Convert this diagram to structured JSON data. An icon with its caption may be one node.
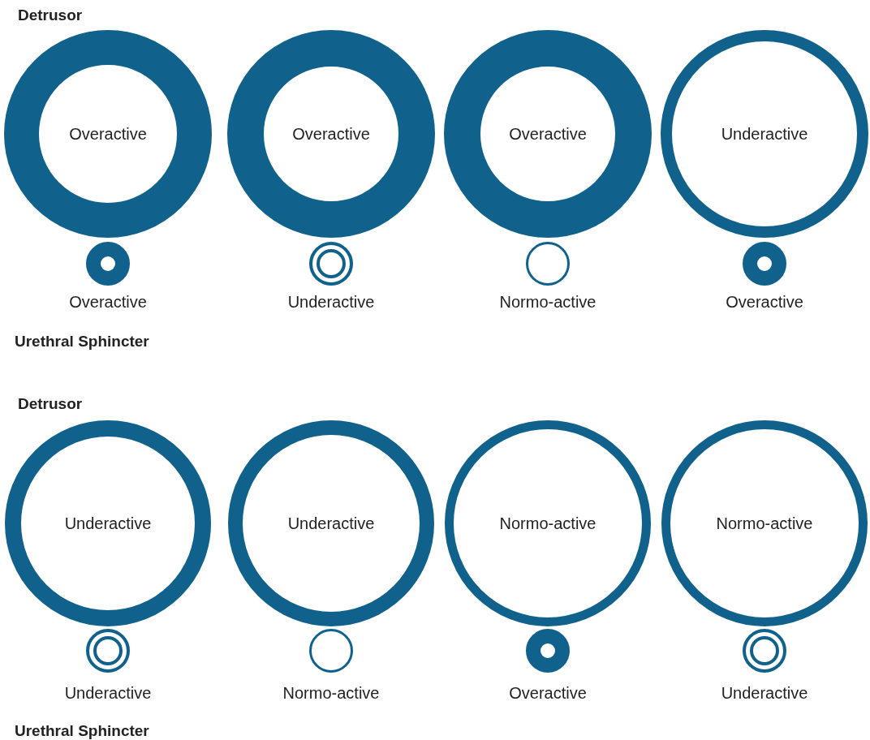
{
  "diagram": {
    "nodes": [
      {
        "text": [
          "Overactive"
        ]
      },
      {
        "text": [
          "Overactive"
        ]
      },
      {
        "text": [
          "Overactive"
        ]
      },
      {
        "text": [
          "Underactive"
        ]
      },
      {
        "text": [],
        "shape": "circle",
        "beside": [
          "Overactive"
        ]
      },
      {
        "text": [],
        "shape": "circle",
        "beside": [
          "Underactive"
        ]
      },
      {
        "text": [],
        "shape": "circle",
        "beside": [
          "Normo-active"
        ]
      },
      {
        "text": [],
        "shape": "circle",
        "beside": [
          "Overactive"
        ]
      },
      {
        "text": [
          "Underactive"
        ]
      },
      {
        "text": [
          "Underactive"
        ]
      },
      {
        "text": [
          "Normo-active"
        ]
      },
      {
        "text": [
          "Normo-active"
        ]
      },
      {
        "text": [],
        "shape": "circle",
        "beside": [
          "Underactive"
        ]
      },
      {
        "text": [],
        "shape": "circle",
        "beside": [
          "Normo-active"
        ]
      },
      {
        "text": [],
        "shape": "circle",
        "beside": [
          "Overactive"
        ]
      },
      {
        "text": [],
        "shape": "circle",
        "beside": [
          "Underactive"
        ]
      }
    ],
    "edges": [],
    "labels": [
      "Detrusor",
      "Urethral Sphincter",
      "Detrusor",
      "Urethral Sphincter"
    ]
  }
}
